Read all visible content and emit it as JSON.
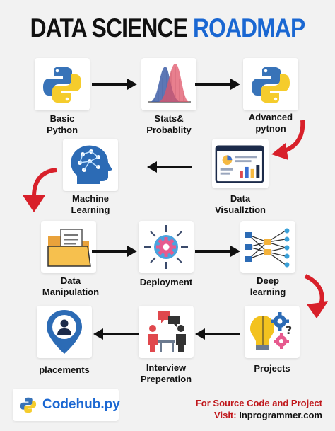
{
  "title": {
    "part1": "DATA SCIENCE",
    "part2": "ROADMAP"
  },
  "colors": {
    "accent_blue": "#1a67d2",
    "curved_arrow_red": "#d8202a",
    "text_dark": "#111111"
  },
  "steps": [
    {
      "label": "Basic\nPython",
      "icon": "python-icon"
    },
    {
      "label": "Stats&\nProbablity",
      "icon": "distribution-icon"
    },
    {
      "label": "Advanced\npytnon",
      "icon": "python-icon"
    },
    {
      "label": "Data\nVisuallztion",
      "icon": "dashboard-icon"
    },
    {
      "label": "Machine\nLearning",
      "icon": "brain-head-icon"
    },
    {
      "label": "Data\nManipulation",
      "icon": "folder-icon"
    },
    {
      "label": "Deployment",
      "icon": "gear-arrows-icon"
    },
    {
      "label": "Deep\nlearning",
      "icon": "neural-network-icon"
    },
    {
      "label": "Projects",
      "icon": "idea-gears-icon"
    },
    {
      "label": "Interview\nPreperation",
      "icon": "interview-icon"
    },
    {
      "label": "placements",
      "icon": "location-person-icon"
    }
  ],
  "footer": {
    "brand": "Codehub.py",
    "line1": "For Source Code and Project",
    "visit_label": "Visit:",
    "visit_url": "Inprogrammer.com"
  }
}
